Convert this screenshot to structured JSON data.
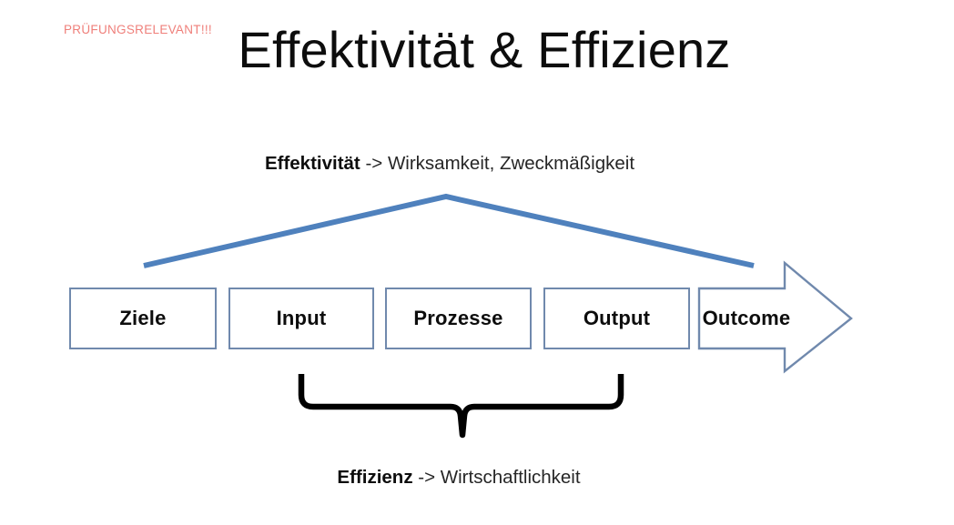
{
  "slide": {
    "exam_note": "PRÜFUNGSRELEVANT!!!",
    "title": "Effektivität & Effizienz",
    "background_color": "#ffffff"
  },
  "captions": {
    "effektivitaet": {
      "term": "Effektivität",
      "rest": " -> Wirksamkeit, Zweckmäßigkeit"
    },
    "effizienz": {
      "term": "Effizienz",
      "rest": " -> Wirtschaftlichkeit"
    }
  },
  "chain": {
    "boxes": [
      {
        "label": "Ziele"
      },
      {
        "label": "Input"
      },
      {
        "label": "Prozesse"
      },
      {
        "label": "Output"
      }
    ],
    "outcome": {
      "label": "Outcome"
    }
  },
  "colors": {
    "accent_blue": "#4f81bd",
    "box_border": "#7089ad",
    "exam_note_red": "#ef7f7a",
    "brace_black": "#000000",
    "text_black": "#0d0d0d"
  },
  "annotations": {
    "effektivitaet_span_description": "Chevron line spanning from Ziele box to Outcome arrow",
    "effizienz_span_description": "Curly brace spanning from Input box to Output box"
  }
}
